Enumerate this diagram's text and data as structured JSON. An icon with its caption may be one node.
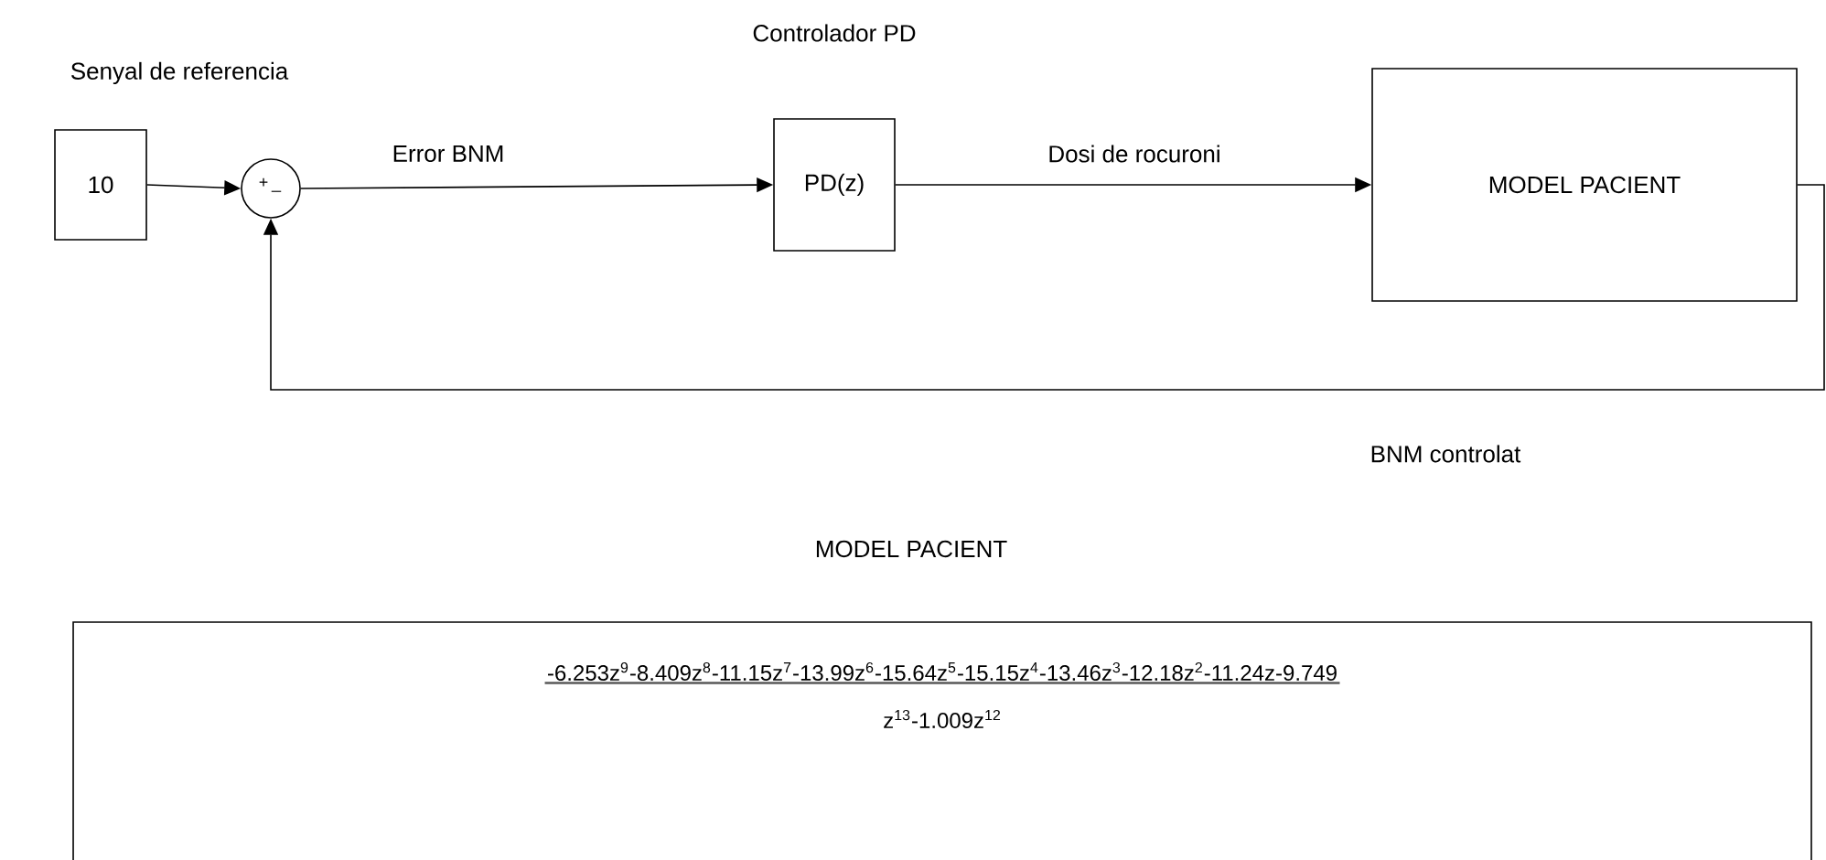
{
  "diagram": {
    "nodes": [
      {
        "text": [
          "10"
        ],
        "beside": [
          "Senyal de referencia"
        ]
      },
      {
        "text": [
          "+",
          "_"
        ]
      },
      {
        "text": [
          "PD(z)"
        ],
        "beside": [
          "Controlador PD"
        ]
      },
      {
        "text": [
          "MODEL PACIENT"
        ]
      },
      {
        "text": [
          "-6.253z$^{9}$-8.409z$^{8}$-11.15z$^{7}$-13.99z$^{6}$-15.64z$^{5}$-15.15z$^{4}$-13.46z$^{3}$-12.18z$^{2}$-11.24z-9.749",
          "z$^{13}$-1.009z$^{12}$"
        ]
      }
    ],
    "edges": [
      {
        "from": 0,
        "to": 1,
        "arrow": "to"
      },
      {
        "from": 1,
        "to": 2,
        "arrow": "to",
        "label": "Error BNM"
      },
      {
        "from": 2,
        "to": 3,
        "arrow": "to",
        "label": "Dosi de rocuroni"
      },
      {
        "from": 3,
        "to": 1,
        "arrow": "to",
        "label": "BNM controlat"
      }
    ],
    "labels": [
      "MODEL PACIENT"
    ]
  }
}
